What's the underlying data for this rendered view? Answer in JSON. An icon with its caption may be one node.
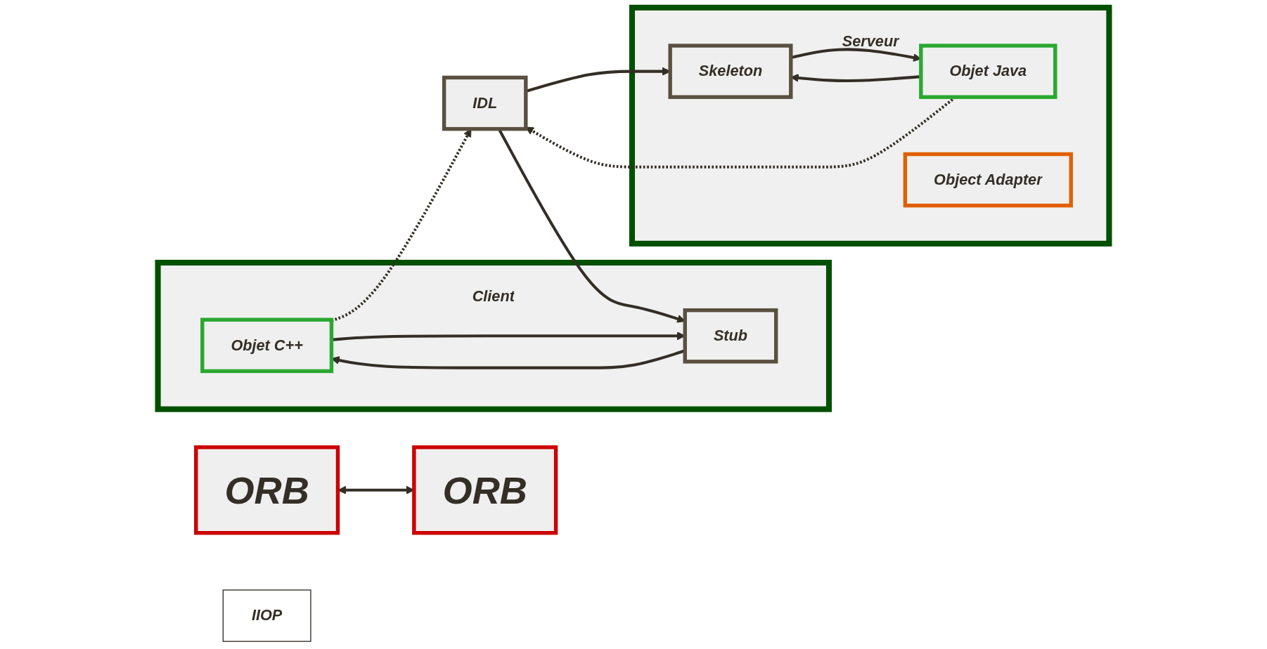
{
  "diagram": {
    "nodes": [
      {
        "text": [
          "Client"
        ]
      },
      {
        "text": [
          "Objet C++"
        ],
        "in": 0
      },
      {
        "text": [
          "Stub"
        ],
        "in": 0
      },
      {
        "text": [
          "ORB"
        ]
      },
      {
        "text": [
          "IDL"
        ]
      },
      {
        "text": [
          "IIOP"
        ]
      },
      {
        "text": [
          "Serveur"
        ]
      },
      {
        "text": [
          "Objet Java"
        ],
        "in": 6
      },
      {
        "text": [
          "Skeleton"
        ],
        "in": 6
      },
      {
        "text": [
          "Object Adapter"
        ],
        "in": 6
      },
      {
        "text": [
          "ORB"
        ]
      }
    ],
    "edges": [
      {
        "from": 1,
        "to": 4,
        "arrow": "to",
        "style": "dashed"
      },
      {
        "from": 7,
        "to": 4,
        "arrow": "to",
        "style": "dashed"
      },
      {
        "from": 1,
        "to": 2,
        "arrow": "to"
      },
      {
        "from": 2,
        "to": 1,
        "arrow": "to"
      },
      {
        "from": 4,
        "to": 2,
        "arrow": "to"
      },
      {
        "from": 4,
        "to": 8,
        "arrow": "to"
      },
      {
        "from": 7,
        "to": 8,
        "arrow": "to"
      },
      {
        "from": 8,
        "to": 7,
        "arrow": "to"
      },
      {
        "from": 3,
        "to": 10,
        "arrow": "both"
      }
    ]
  }
}
